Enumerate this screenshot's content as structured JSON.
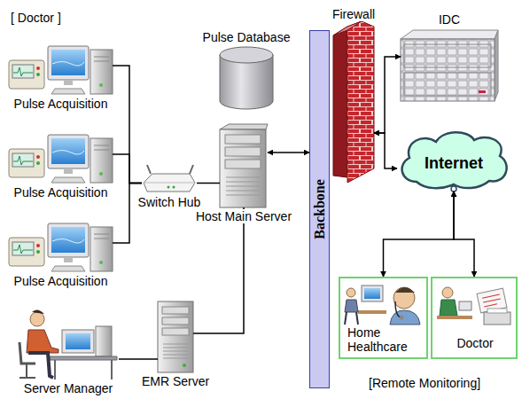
{
  "diagram": {
    "nodes": [
      {
        "text": [
          "Pulse Acquisition"
        ]
      },
      {
        "text": [
          "Pulse Acquisition"
        ]
      },
      {
        "text": [
          "Pulse Acquisition"
        ]
      },
      {
        "text": [
          "Switch Hub"
        ]
      },
      {
        "text": [
          "Pulse Database"
        ]
      },
      {
        "text": [
          "Host Main Server"
        ]
      },
      {
        "text": [
          "Backbone"
        ]
      },
      {
        "text": [
          "Firewall"
        ]
      },
      {
        "text": [
          "IDC"
        ]
      },
      {
        "text": [
          "Internet"
        ]
      },
      {
        "text": [
          "Home Healthcare"
        ]
      },
      {
        "text": [
          "Doctor"
        ]
      },
      {
        "text": [
          "EMR Server"
        ]
      },
      {
        "text": [
          "Server Manager"
        ]
      }
    ],
    "edges": [
      {
        "from": 0,
        "to": 3,
        "arrow": "none"
      },
      {
        "from": 1,
        "to": 3,
        "arrow": "none"
      },
      {
        "from": 2,
        "to": 3,
        "arrow": "none"
      },
      {
        "from": 3,
        "to": 5,
        "arrow": "none"
      },
      {
        "from": 5,
        "to": 6,
        "arrow": "both"
      },
      {
        "from": 5,
        "to": 12,
        "arrow": "none"
      },
      {
        "from": 13,
        "to": 12,
        "arrow": "none"
      },
      {
        "from": 7,
        "to": 8,
        "arrow": "both"
      },
      {
        "from": 7,
        "to": 9,
        "arrow": "both"
      },
      {
        "from": 9,
        "to": 10,
        "arrow": "both"
      },
      {
        "from": 9,
        "to": 11,
        "arrow": "both"
      }
    ],
    "labels": [
      "[ Doctor ]",
      "[Remote Monitoring]"
    ]
  }
}
